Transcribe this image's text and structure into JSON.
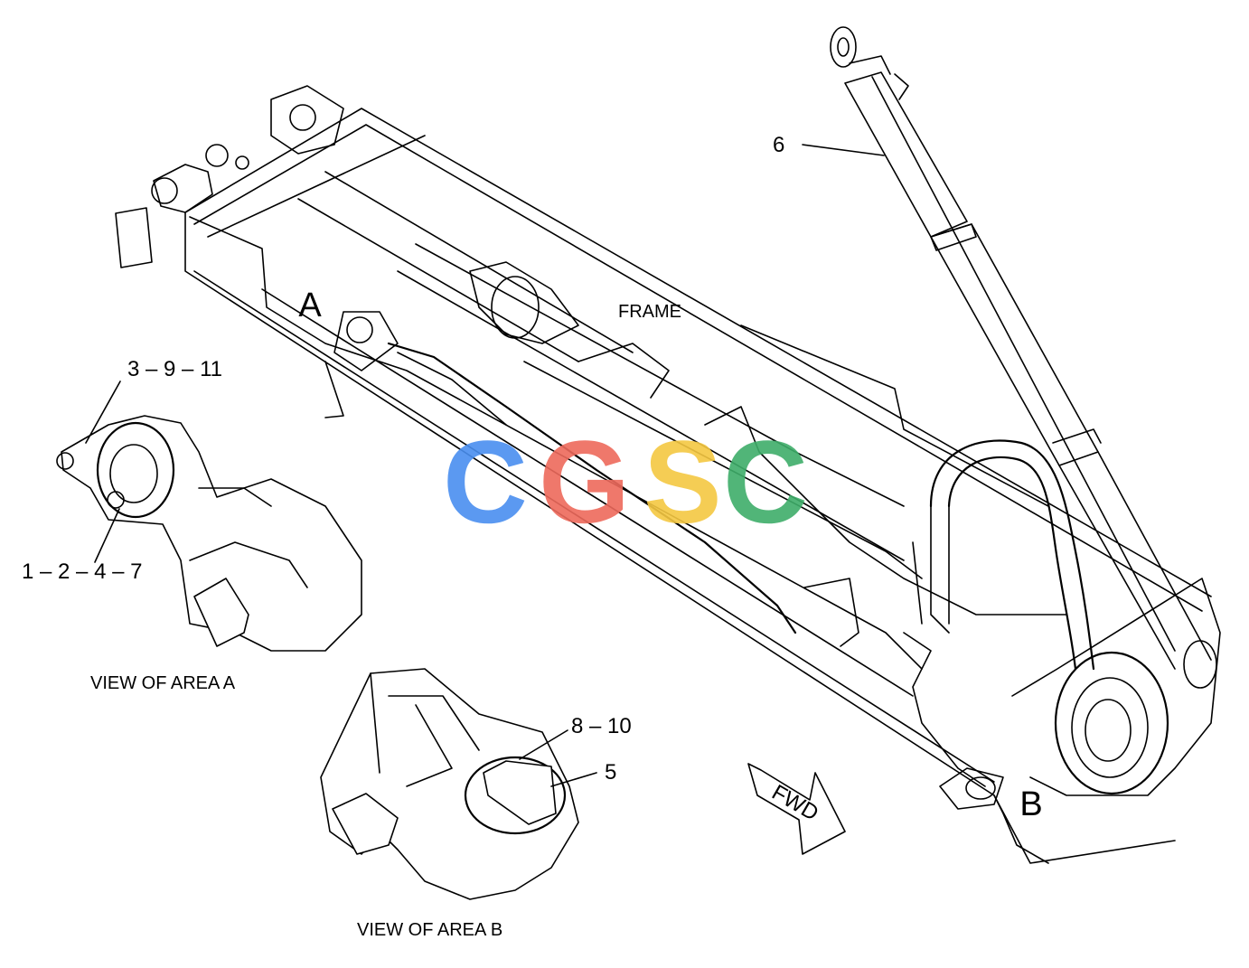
{
  "labels": {
    "frame": "FRAME",
    "area_a": "A",
    "area_b": "B",
    "fwd": "FWD"
  },
  "callouts": {
    "c6": "6",
    "c3_9_11": "3 – 9 – 11",
    "c1_2_4_7": "1 – 2 – 4 – 7",
    "c8_10": "8 – 10",
    "c5": "5"
  },
  "captions": {
    "view_a": "VIEW OF AREA A",
    "view_b": "VIEW OF AREA B"
  },
  "watermark": {
    "letters": [
      "C",
      "G",
      "S",
      "C"
    ],
    "colors": [
      "#4a8ff0",
      "#ee6a5c",
      "#f5c842",
      "#3fae6a"
    ]
  }
}
